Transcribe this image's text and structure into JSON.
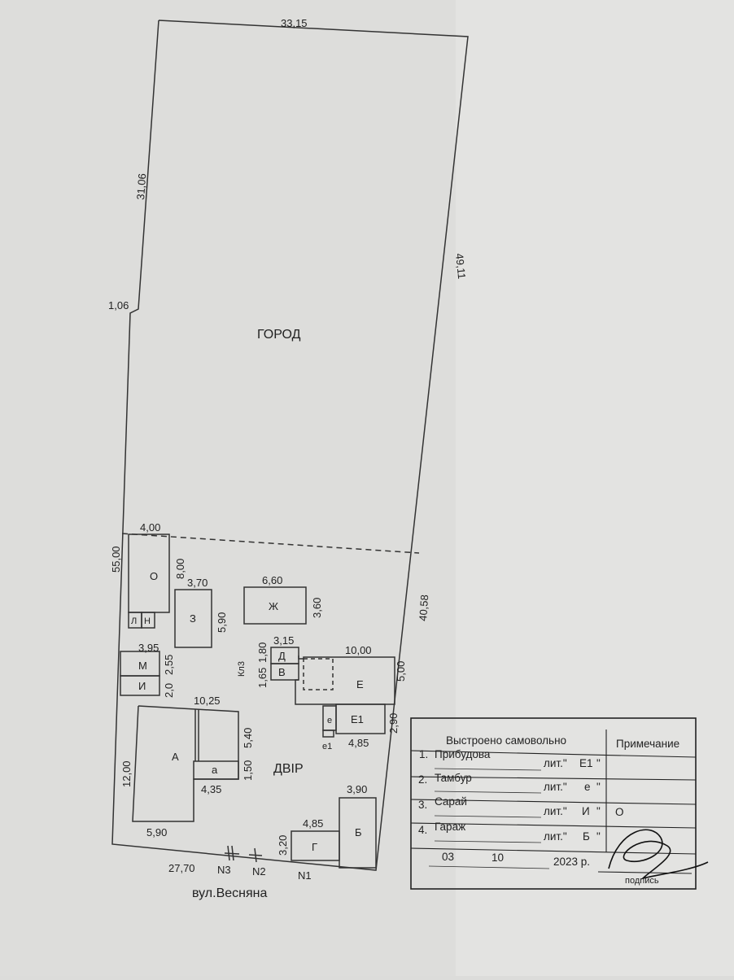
{
  "plot": {
    "boundary_dims": {
      "top": "33,15",
      "left_upper": "31,06",
      "jog": "1,06",
      "left_lower": "55,00",
      "right_upper": "49,11",
      "right_lower": "40,58",
      "bottom": "27,70"
    },
    "zones": {
      "garden": "ГОРОД",
      "yard": "ДВІР"
    },
    "street": "вул.Весняна",
    "markers": {
      "n1": "N1",
      "n2": "N2",
      "n3": "N3"
    }
  },
  "buildings": {
    "o": {
      "label": "О",
      "w": "4,00",
      "h": "8,00"
    },
    "l": {
      "label": "Л"
    },
    "n": {
      "label": "Н"
    },
    "z": {
      "label": "З",
      "w": "3,70",
      "h": "5,90"
    },
    "zh": {
      "label": "Ж",
      "w": "6,60",
      "h": "3,60"
    },
    "m": {
      "label": "М",
      "w": "3,95",
      "h": "2,55"
    },
    "i": {
      "label": "И",
      "h": "2,0"
    },
    "d": {
      "label": "Д",
      "w": "3,15",
      "h": "1,80"
    },
    "v": {
      "label": "В",
      "h": "1,65"
    },
    "k": {
      "label": "Кл3"
    },
    "e": {
      "label": "Е",
      "w": "10,00",
      "h": "5,00"
    },
    "e1": {
      "label": "Е1",
      "w": "4,85",
      "h": "2,90"
    },
    "e_small": {
      "label": "е",
      "sub": "е1"
    },
    "a": {
      "label": "А",
      "w": "10,25",
      "h": "12,00",
      "side": "5,40",
      "bottom": "5,90"
    },
    "a_small": {
      "label": "а",
      "w": "4,35",
      "h": "1,50"
    },
    "b": {
      "label": "Б",
      "w": "3,90"
    },
    "g": {
      "label": "Г",
      "w": "4,85",
      "h": "3,20"
    }
  },
  "table": {
    "col1_header": "Выстроено самовольно",
    "col2_header": "Примечание",
    "rows": [
      {
        "num": "1.",
        "name": "Прибудова",
        "lit_prefix": "лит.\"",
        "lit": "Е1",
        "lit_suffix": "\"",
        "note": ""
      },
      {
        "num": "2.",
        "name": "Тамбур",
        "lit_prefix": "лит.\"",
        "lit": "е",
        "lit_suffix": "\"",
        "note": ""
      },
      {
        "num": "3.",
        "name": "Сарай",
        "lit_prefix": "лит.\"",
        "lit": "И",
        "lit_suffix": "\"",
        "note": "О"
      },
      {
        "num": "4.",
        "name": "Гараж",
        "lit_prefix": "лит.\"",
        "lit": "Б",
        "lit_suffix": "\"",
        "note": ""
      }
    ],
    "date_day": "03",
    "date_month": "10",
    "date_year": "2023 р.",
    "signature_caption": "подпись"
  }
}
